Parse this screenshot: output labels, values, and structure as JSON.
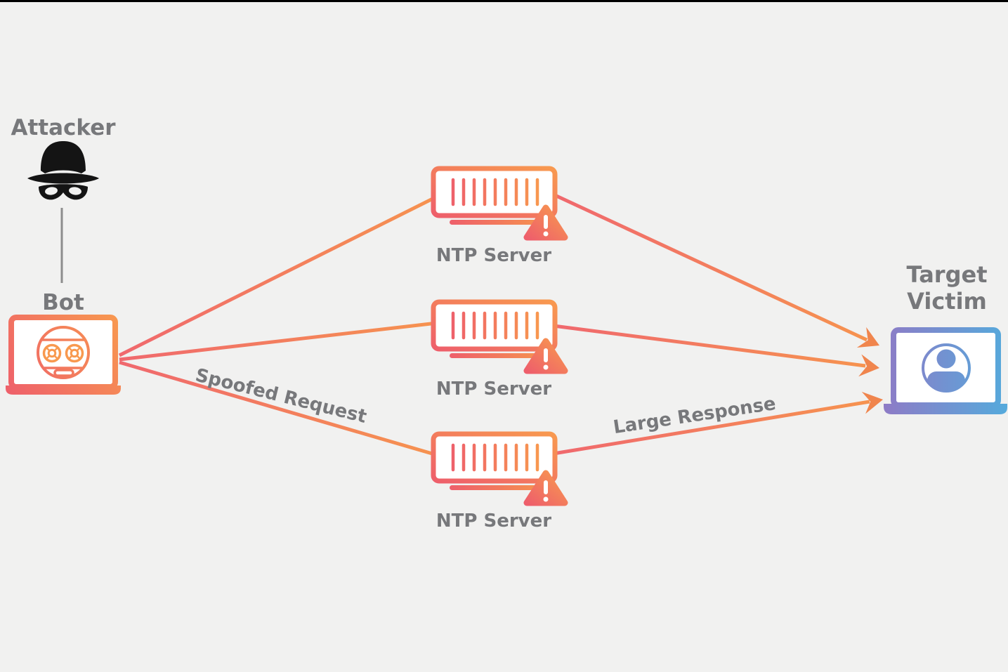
{
  "colors": {
    "background": "#f1f1f0",
    "top_border": "#000000",
    "gradient_pink": "#ee5f6b",
    "gradient_orange": "#f8994f",
    "line_pink": "#f0686e",
    "line_orange": "#f6934f",
    "arrow_orange": "#f0854d",
    "gradient_purple": "#8e7bc6",
    "gradient_blue": "#55aadc",
    "label_gray": "#77787b",
    "attacker_black": "#141414",
    "connector_gray": "#8d8d8d"
  },
  "nodes": {
    "attacker": {
      "label": "Attacker",
      "icon": "spy-hat-mask-icon"
    },
    "bot": {
      "label": "Bot",
      "icon": "robot-laptop-icon"
    },
    "servers": [
      {
        "label": "NTP Server",
        "icon": "server-rack-icon",
        "warning": true
      },
      {
        "label": "NTP Server",
        "icon": "server-rack-icon",
        "warning": true
      },
      {
        "label": "NTP Server",
        "icon": "server-rack-icon",
        "warning": true
      }
    ],
    "target": {
      "label_line1": "Target",
      "label_line2": "Victim",
      "icon": "person-laptop-icon"
    }
  },
  "edges": {
    "attacker_to_bot": {
      "label": ""
    },
    "spoofed_request": {
      "label": "Spoofed Request",
      "from": "Bot",
      "to": "NTP Server"
    },
    "large_response": {
      "label": "Large Response",
      "from": "NTP Server",
      "to": "Target Victim"
    }
  }
}
